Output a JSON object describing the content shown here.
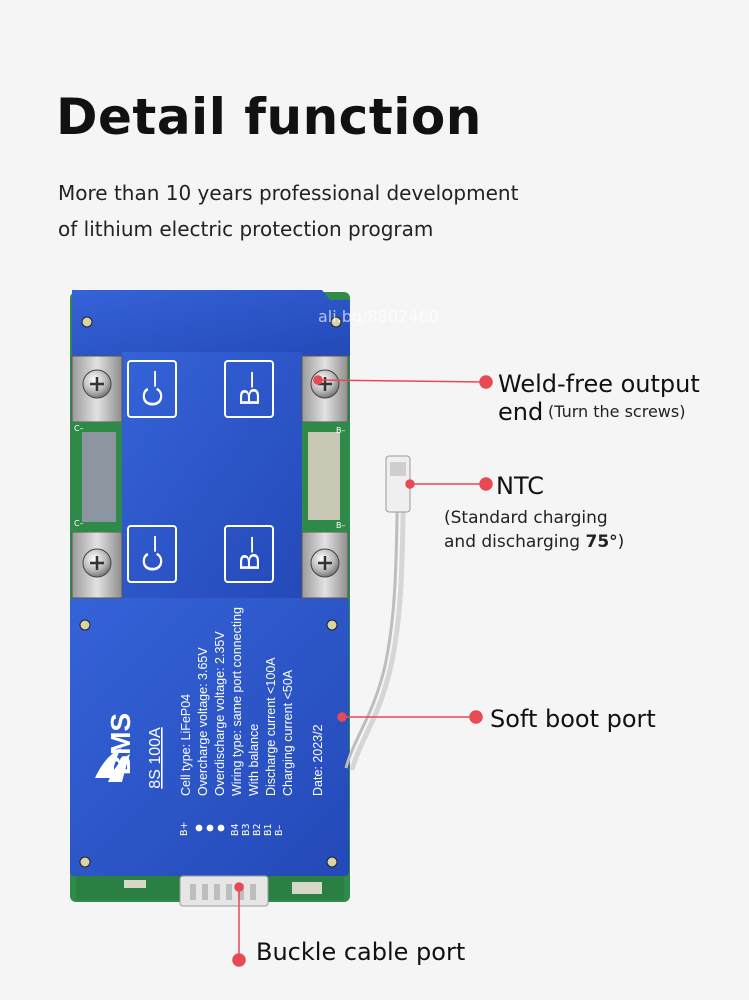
{
  "title": "Detail function",
  "subtitle_line1": "More than 10 years professional development",
  "subtitle_line2": "of lithium electric protection program",
  "watermark": "ali.bg/8802460",
  "board": {
    "terminals": [
      "C–",
      "B–",
      "C–",
      "B–"
    ],
    "edge_marks": [
      "C–",
      "C–",
      "B–",
      "B–"
    ],
    "brand": "BMS",
    "model": "8S  100A",
    "specs": [
      "Cell type: LiFeP04",
      "Overcharge voltage: 3.65V",
      "Overdischarge voltage: 2.35V",
      "Wiring type: same port connecting",
      "With balance",
      "Discharge current <100A",
      "Charging current <50A"
    ],
    "date": "Date:  2023/2",
    "pins": [
      "B+",
      "B4",
      "B3",
      "B2",
      "B1",
      "B–"
    ]
  },
  "callouts": {
    "weld_free": "Weld-free output end",
    "weld_free_note": "(Turn the screws)",
    "ntc": "NTC",
    "ntc_note1": "(Standard charging",
    "ntc_note2_prefix": "and discharging ",
    "ntc_note2_value": "75°",
    "ntc_note2_suffix": ")",
    "soft_boot": "Soft boot port",
    "buckle": "Buckle cable port"
  },
  "colors": {
    "board_blue": "#2b55cc",
    "pcb_green": "#2e8b4a",
    "callout_red": "#e84a55"
  }
}
